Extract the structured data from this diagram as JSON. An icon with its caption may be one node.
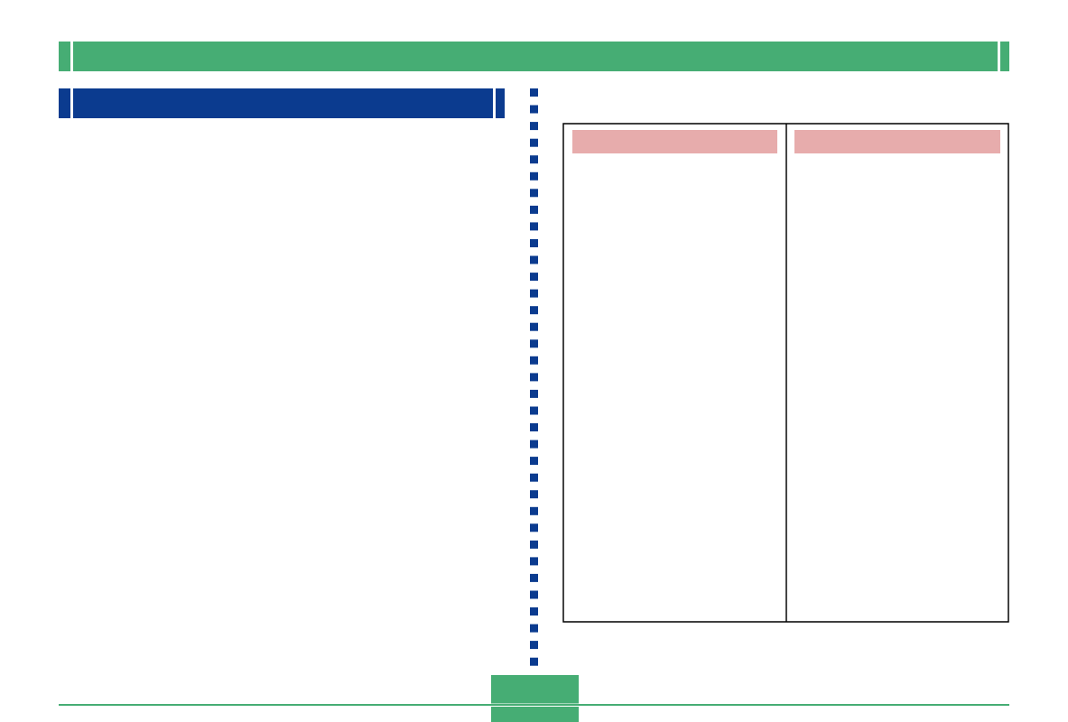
{
  "diagram": {
    "nodes": [
      {
        "text": [],
        "shape": "box"
      },
      {
        "text": [],
        "shape": "bar",
        "in": 0
      },
      {
        "text": [],
        "shape": "bar",
        "in": 0
      }
    ]
  }
}
